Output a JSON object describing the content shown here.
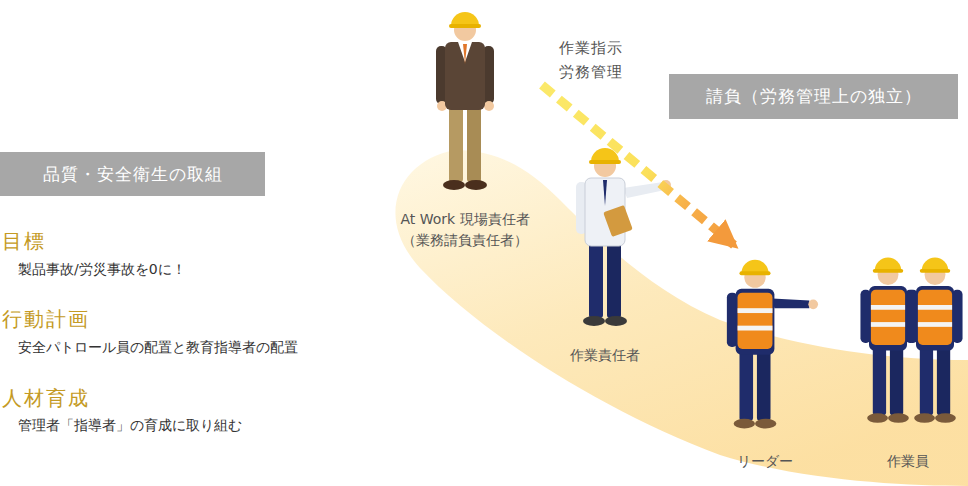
{
  "diagram": {
    "nodes": [
      {
        "text": [
          "品質・安全衛生の取組"
        ]
      },
      {
        "text": [
          "請負（労務管理上の独立）"
        ]
      },
      {
        "text": [
          "At Work 現場責任者 （業務請負責任者）"
        ]
      },
      {
        "text": [
          "作業責任者"
        ]
      },
      {
        "text": [
          "リーダー"
        ]
      },
      {
        "text": [
          "作業員"
        ]
      }
    ],
    "edges": [
      {
        "from": 2,
        "to": 4,
        "label": "作業指示 労務管理",
        "arrow": "to"
      }
    ],
    "labels": [
      "目標",
      "製品事故/労災事故を0に！",
      "行動計画",
      "安全パトロール員の配置と教育指導者の配置",
      "人材育成",
      "管理者「指導者」の育成に取り組む"
    ]
  }
}
